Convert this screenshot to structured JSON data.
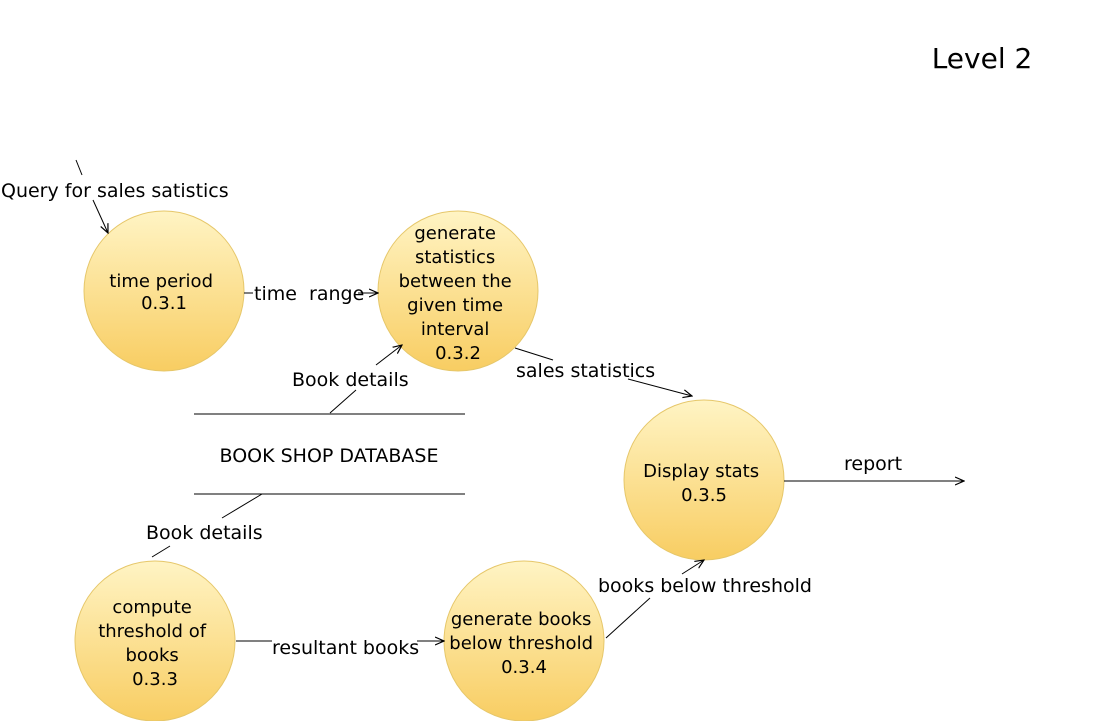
{
  "level_label": "Level 2",
  "datastore": {
    "name": "BOOK SHOP DATABASE"
  },
  "processes": {
    "time_period": {
      "lines": [
        "time period",
        "0.3.1"
      ]
    },
    "generate_statistics": {
      "lines": [
        "generate",
        "statistics",
        "between the",
        "given time",
        "interval",
        "0.3.2"
      ]
    },
    "compute_threshold": {
      "lines": [
        "compute",
        "threshold of",
        "books",
        "0.3.3"
      ]
    },
    "generate_books_below": {
      "lines": [
        "generate books",
        "below threshold",
        "0.3.4"
      ]
    },
    "display_stats": {
      "lines": [
        "Display stats",
        "0.3.5"
      ]
    }
  },
  "flows": {
    "query": "Query for sales satistics",
    "time_range": "time  range",
    "book_details_top": "Book details",
    "sales_statistics": "sales statistics",
    "report": "report",
    "book_details_bottom": "Book details",
    "resultant_books": "resultant books",
    "books_below_threshold": "books below threshold"
  },
  "colors": {
    "bubble_light": "#fff4c4",
    "bubble_dark": "#f8cd62",
    "bubble_stroke": "#e6c76a",
    "line": "#000000"
  }
}
